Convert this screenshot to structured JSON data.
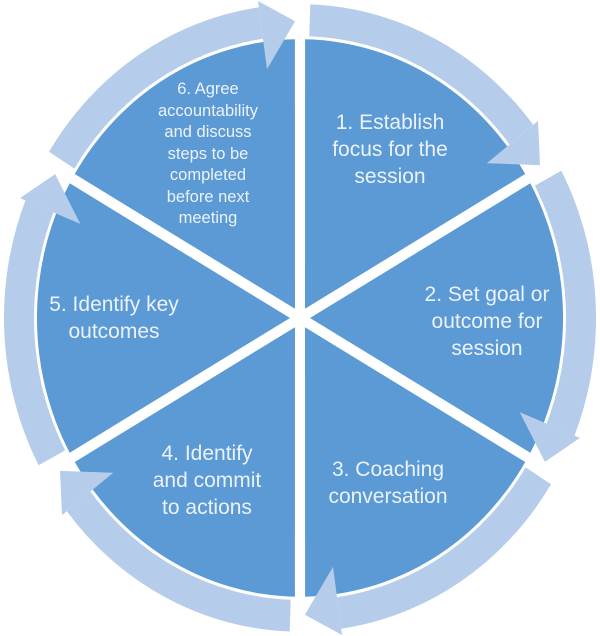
{
  "diagram": {
    "kind": "cycle",
    "flow_direction": "clockwise",
    "colors": {
      "segment_fill": "#5B9AD5",
      "arrow_ring_fill": "#B5CCEA",
      "label_text": "#ECF2FA",
      "background": "#FFFFFF"
    },
    "steps": [
      {
        "id": 1,
        "text": "1. Establish focus for the session",
        "lines": [
          "1. Establish",
          "focus for the",
          "session"
        ]
      },
      {
        "id": 2,
        "text": "2. Set goal or outcome for session",
        "lines": [
          "2. Set goal or",
          "outcome for",
          "session"
        ]
      },
      {
        "id": 3,
        "text": "3. Coaching conversation",
        "lines": [
          "3. Coaching",
          "conversation"
        ]
      },
      {
        "id": 4,
        "text": "4. Identify and commit to actions",
        "lines": [
          "4. Identify",
          "and commit",
          "to actions"
        ]
      },
      {
        "id": 5,
        "text": "5. Identify key outcomes",
        "lines": [
          "5. Identify key",
          "outcomes"
        ]
      },
      {
        "id": 6,
        "text": "6. Agree accountability and discuss steps to be completed before next meeting",
        "lines": [
          "6. Agree",
          "accountability",
          "and discuss",
          "steps to be",
          "completed",
          "before next",
          "meeting"
        ]
      }
    ]
  }
}
